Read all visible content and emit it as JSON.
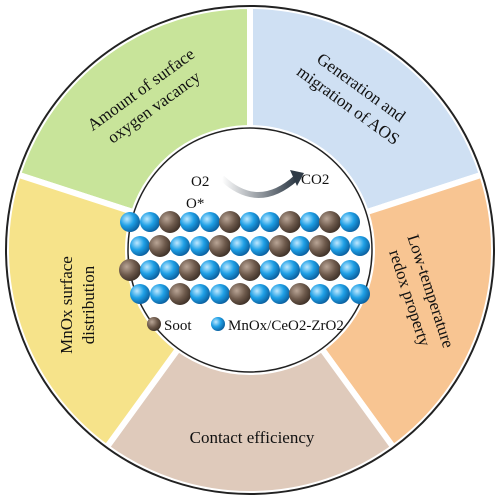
{
  "segments": [
    {
      "id": "oxygen-vacancy",
      "lines": [
        "Amount of surface",
        "oxygen vacancy"
      ],
      "color": "#c8e49a"
    },
    {
      "id": "aos",
      "lines": [
        "Generation and",
        "migration of AOS"
      ],
      "color": "#cfe0f3"
    },
    {
      "id": "redox",
      "lines": [
        "Low-temperature",
        "redox property"
      ],
      "color": "#f8c592"
    },
    {
      "id": "contact",
      "lines": [
        "Contact efficiency"
      ],
      "color": "#dfcabb"
    },
    {
      "id": "mnox-dist",
      "lines": [
        "MnOx surface",
        "distribution"
      ],
      "color": "#f6e38a"
    }
  ],
  "center": {
    "reactant_1": "O2",
    "reactant_2": "O*",
    "product": "CO2",
    "legend_soot": "Soot",
    "legend_catalyst": "MnOx/CeO2-ZrO2"
  },
  "colors": {
    "soot": "#6e5a4c",
    "catalyst": "#1fa0e6",
    "ring_border": "#222222",
    "arrow": "#2e3a46"
  }
}
